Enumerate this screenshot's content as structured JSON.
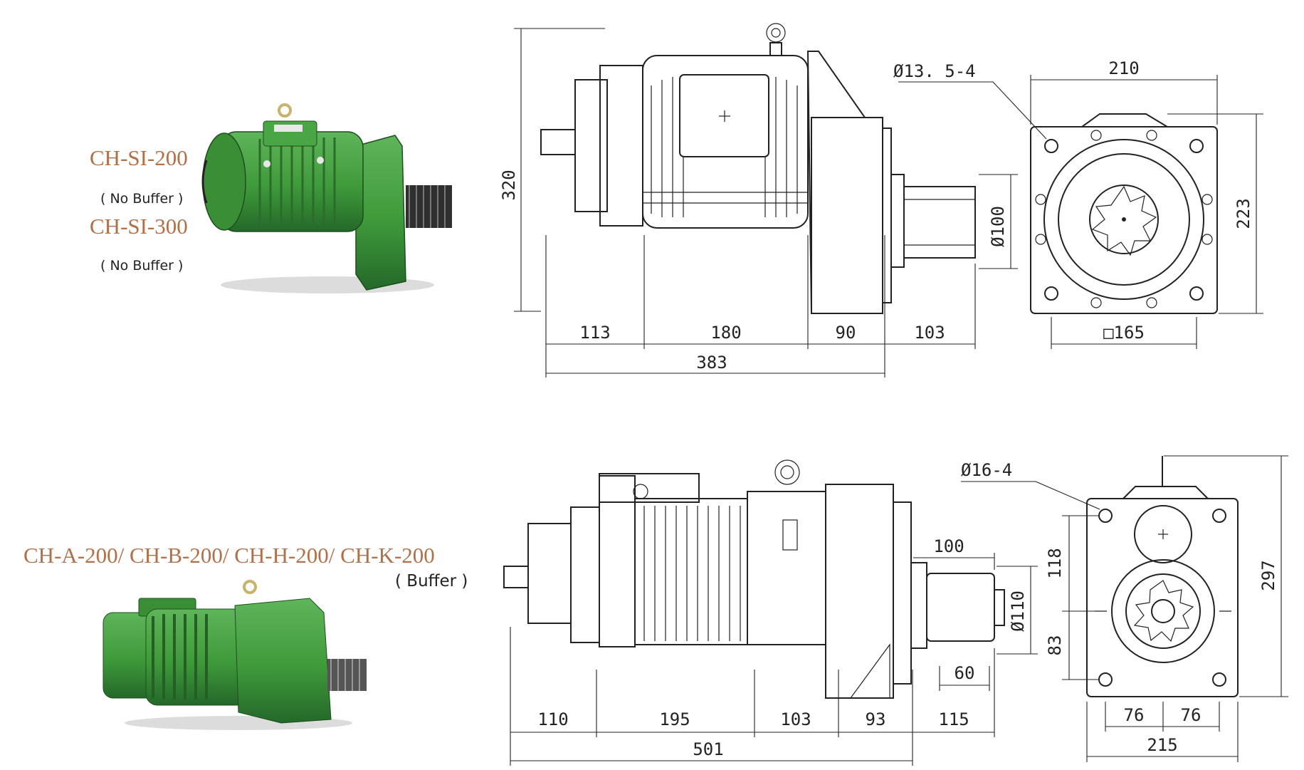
{
  "colors": {
    "model_label": "#b07049",
    "motor_green": "#3f9a3a",
    "motor_dark": "#246a24",
    "line": "#222222"
  },
  "top": {
    "models": [
      "CH-SI-200",
      "CH-SI-300"
    ],
    "notes": [
      "( No Buffer )",
      "( No Buffer )"
    ],
    "dims": {
      "height": "320",
      "seg1": "113",
      "seg2": "180",
      "seg3": "90",
      "seg4": "103",
      "total": "383",
      "shaft_dia": "Ø100",
      "hole_spec": "Ø13. 5-4",
      "flange_width": "210",
      "flange_height": "223",
      "bolt_square": "□165"
    }
  },
  "bottom": {
    "models": "CH-A-200/ CH-B-200/ CH-H-200/ CH-K-200",
    "note": "( Buffer )",
    "dims": {
      "seg1": "110",
      "seg2": "195",
      "seg3": "103",
      "seg4": "93",
      "seg5": "115",
      "total": "501",
      "shaft_len": "100",
      "shaft_dia": "Ø110",
      "key_len": "60",
      "hole_spec": "Ø16-4",
      "upper": "118",
      "lower": "83",
      "height": "297",
      "half_left": "76",
      "half_right": "76",
      "width": "215"
    }
  }
}
